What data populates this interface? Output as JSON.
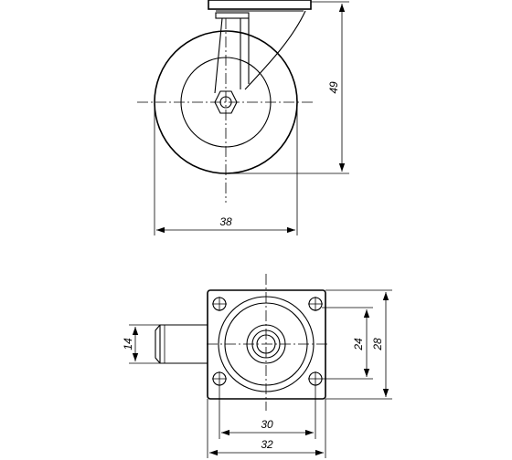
{
  "dimensions": {
    "height": "49",
    "wheel_diameter": "38",
    "bracket_width": "14",
    "hole_spacing_vertical": "24",
    "plate_height": "28",
    "hole_spacing_horizontal": "30",
    "plate_width": "32"
  }
}
